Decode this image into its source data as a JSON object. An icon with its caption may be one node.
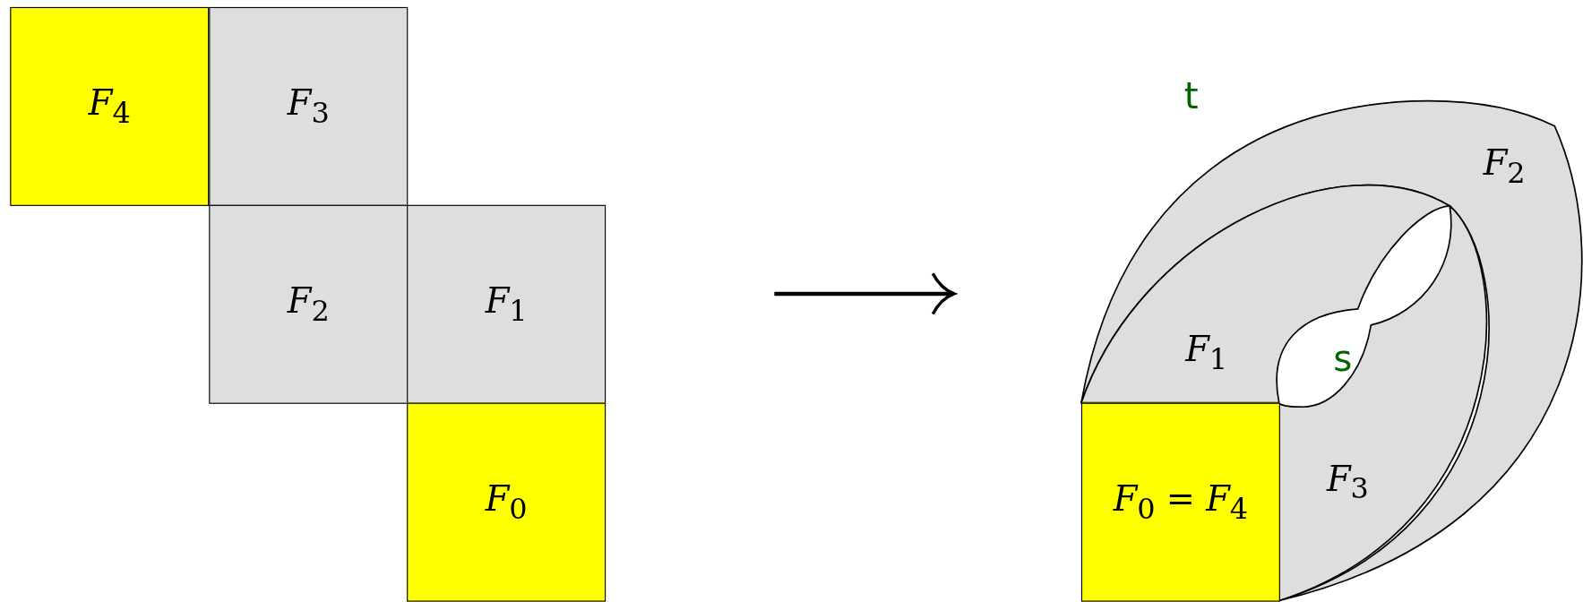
{
  "diagram": {
    "nodes": [
      {
        "text": [
          "*F*$_{4}$"
        ]
      },
      {
        "text": [
          "*F*$_{3}$"
        ]
      },
      {
        "text": [
          "*F*$_{2}$"
        ]
      },
      {
        "text": [
          "*F*$_{1}$"
        ]
      },
      {
        "text": [
          "*F*$_{0}$"
        ]
      },
      {
        "text": [
          "*F*$_{2}$"
        ]
      },
      {
        "text": [
          "*F*$_{1}$"
        ]
      },
      {
        "text": [
          "*F*$_{3}$"
        ]
      },
      {
        "text": [
          "*F*$_{0}$ = *F*$_{4}$"
        ]
      }
    ],
    "edges": [],
    "labels": [
      "t",
      "s"
    ]
  }
}
